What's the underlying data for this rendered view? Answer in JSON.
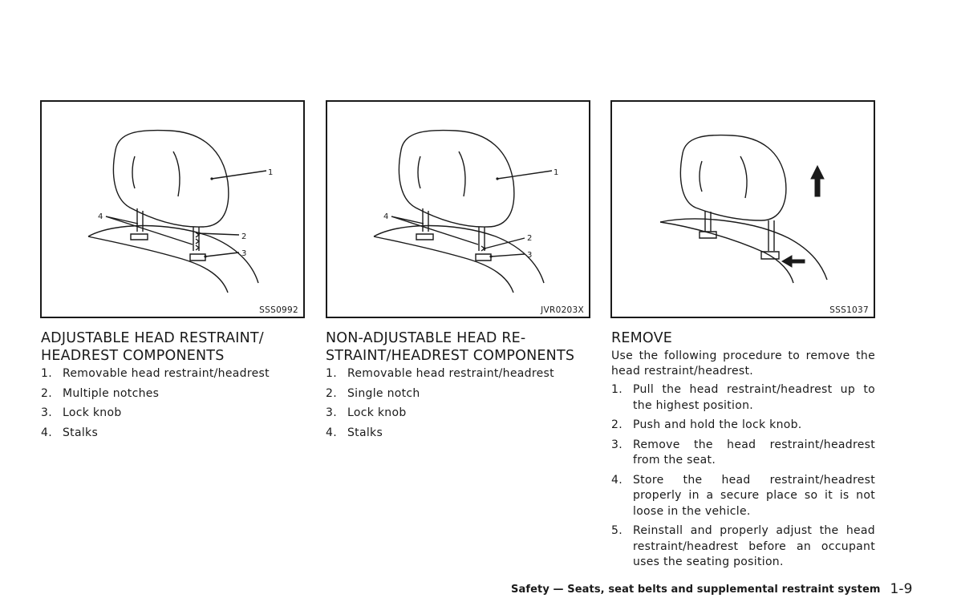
{
  "figures": [
    {
      "code": "SSS0992",
      "callouts": [
        "1",
        "2",
        "3",
        "4"
      ]
    },
    {
      "code": "JVR0203X",
      "callouts": [
        "1",
        "2",
        "3",
        "4"
      ]
    },
    {
      "code": "SSS1037"
    }
  ],
  "sections": [
    {
      "heading_lines": [
        "ADJUSTABLE HEAD RESTRAINT/",
        "HEADREST COMPONENTS"
      ],
      "items": [
        {
          "num": "1.",
          "text": "Removable head restraint/headrest"
        },
        {
          "num": "2.",
          "text": "Multiple notches"
        },
        {
          "num": "3.",
          "text": "Lock knob"
        },
        {
          "num": "4.",
          "text": "Stalks"
        }
      ]
    },
    {
      "heading_lines": [
        "NON-ADJUSTABLE HEAD RE-",
        "STRAINT/HEADREST COMPONENTS"
      ],
      "items": [
        {
          "num": "1.",
          "text": "Removable head restraint/headrest"
        },
        {
          "num": "2.",
          "text": "Single notch"
        },
        {
          "num": "3.",
          "text": "Lock knob"
        },
        {
          "num": "4.",
          "text": "Stalks"
        }
      ]
    },
    {
      "heading_lines": [
        "REMOVE"
      ],
      "intro": "Use the following procedure to remove the head restraint/headrest.",
      "items": [
        {
          "num": "1.",
          "text": "Pull the head restraint/headrest up to the highest position."
        },
        {
          "num": "2.",
          "text": "Push and hold the lock knob."
        },
        {
          "num": "3.",
          "text": "Remove the head restraint/headrest from the seat."
        },
        {
          "num": "4.",
          "text": "Store the head restraint/headrest properly in a secure place so it is not loose in the vehicle."
        },
        {
          "num": "5.",
          "text": "Reinstall and properly adjust the head restraint/headrest before an occupant uses the seating position."
        }
      ]
    }
  ],
  "footer": {
    "section": "Safety — Seats, seat belts and supplemental restraint system",
    "page": "1-9"
  }
}
